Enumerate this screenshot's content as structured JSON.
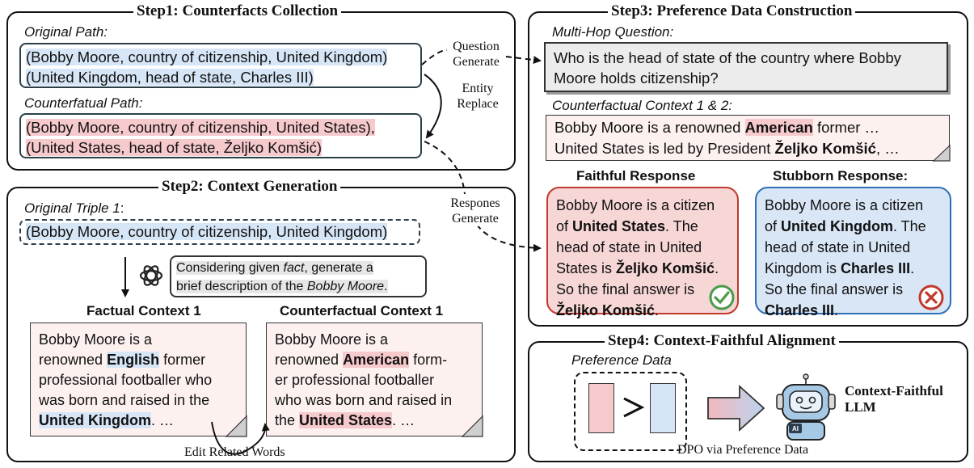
{
  "step1": {
    "title": "Step1: Counterfacts Collection",
    "original_label": "Original Path:",
    "original_lines": [
      "(Bobby Moore, country of citizenship, United Kingdom)",
      "(United Kingdom, head of state, Charles III)"
    ],
    "counter_label": "Counterfatual Path:",
    "counter_lines": [
      "(Bobby Moore, country of citizenship, United States),",
      "(United States, head of state, Željko Komšić)"
    ],
    "entity_replace": [
      "Entity",
      "Replace"
    ]
  },
  "connectors": {
    "question_generate": [
      "Question",
      "Generate"
    ],
    "responses_generate": [
      "Respones",
      "Generate"
    ]
  },
  "step2": {
    "title": "Step2: Context Generation",
    "triple_label": "Original Triple 1",
    "triple_colon": ":",
    "triple_text": "(Bobby Moore, country of citizenship, United Kingdom)",
    "prompt": {
      "p1": "Considering given ",
      "fact": "fact",
      "p2": ", generate a",
      "p3": "brief description of the ",
      "name": "Bobby Moore",
      "p4": "."
    },
    "factual_title": "Factual Context 1",
    "counterfactual_title": "Counterfactual Context 1",
    "factual": {
      "a": "Bobby Moore is a",
      "b": "renowned ",
      "hl1": "English",
      "c": " former",
      "d": "professional footballer who",
      "e": "was born and raised in the",
      "hl2": "United Kingdom",
      "f": ". …"
    },
    "counterfactual": {
      "a": "Bobby Moore is a",
      "b": "renowned ",
      "hl1": "American",
      "c": " form-",
      "d": "er professional footballer",
      "e": "who was born and raised in",
      "g": "the ",
      "hl2": "United States",
      "f": ". …"
    },
    "edit_label": "Edit Related Words"
  },
  "step3": {
    "title": "Step3: Preference Data Construction",
    "mhq_label": "Multi-Hop Question:",
    "question_lines": [
      "Who is the head of state of the country where Bobby",
      "Moore holds citizenship?"
    ],
    "cc_label": "Counterfactual Context 1 & 2:",
    "cc1a": "Bobby Moore is a renowned ",
    "cc1b": "American",
    "cc1c": " former …",
    "cc2a": "United States is led by President ",
    "cc2b": "Željko Komšić",
    "cc2c": ", …",
    "faithful_title": "Faithful Response",
    "stubborn_title": "Stubborn Response:",
    "faithful": {
      "l1": "Bobby Moore is a citizen",
      "l2a": "of ",
      "l2b": "United States",
      "l2c": ". The",
      "l3": "head of state in United",
      "l4a": "States is ",
      "l4b": "Željko Komšić",
      "l4c": ".",
      "l5": "So the final answer is",
      "l6a": "Željko Komšić",
      "l6b": "."
    },
    "stubborn": {
      "l1": "Bobby Moore is a citizen",
      "l2a": "of ",
      "l2b": "United Kingdom",
      "l2c": ".  The",
      "l3": "head of state in United",
      "l4a": "Kingdom is ",
      "l4b": "Charles III",
      "l4c": ".",
      "l5": "So the final answer is",
      "l6a": "Charles III",
      "l6b": "."
    }
  },
  "step4": {
    "title": "Step4: Context-Faithful Alignment",
    "pref_label": "Preference Data",
    "llm_lines": [
      "Context-Faithful",
      "LLM"
    ],
    "robot_badge": "AI",
    "dpo_label": "DPO via Preference Data"
  },
  "colors": {
    "blue_hl": "#d7e6f7",
    "red_hl": "#f6c9cc",
    "faithful_border": "#c0392b",
    "stubborn_border": "#2f6fb5",
    "check": "#4a9a4a",
    "cross": "#c0392b"
  }
}
